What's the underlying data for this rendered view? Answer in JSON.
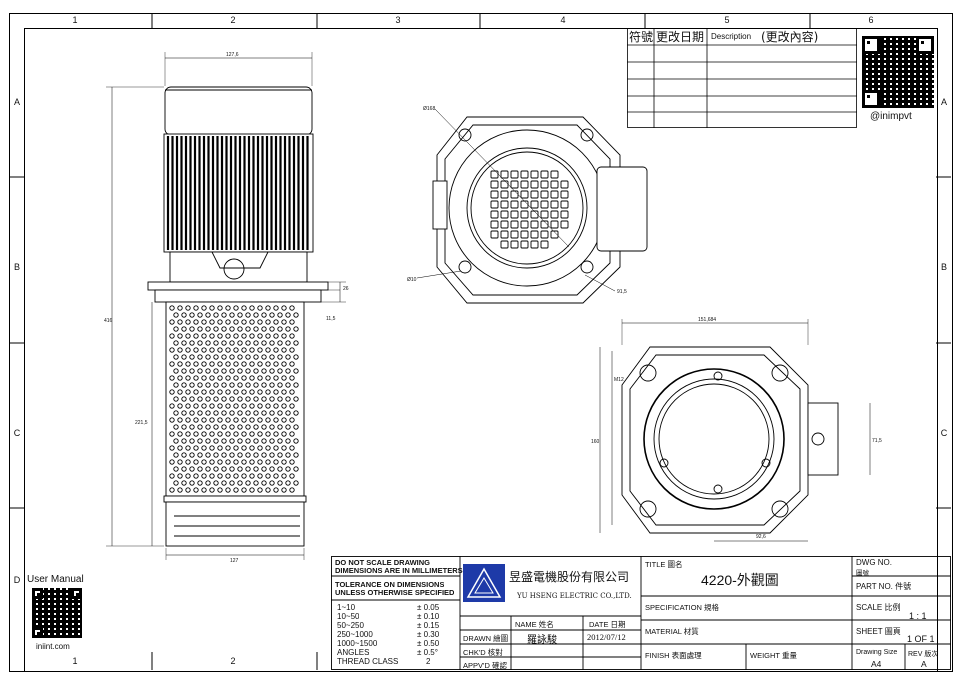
{
  "zones": {
    "top": [
      "1",
      "2",
      "3",
      "4",
      "5",
      "6"
    ],
    "bottom": [
      "1",
      "2"
    ],
    "left": [
      "A",
      "B",
      "C",
      "D"
    ],
    "right": [
      "A",
      "B",
      "C"
    ]
  },
  "revision_table": {
    "symbol": "符號",
    "date": "更改日期",
    "description": "Description",
    "description_zh": "(更改內容)"
  },
  "qr_handle": "@inimpvt",
  "user_manual": {
    "label": "User Manual",
    "site": "iniint.com"
  },
  "dimensions": {
    "motor_width": "127,6",
    "total_height": "416",
    "screen_height": "221,5",
    "base_width": "127",
    "flange_thick": "26",
    "flange_step": "11,5",
    "top_dia": "Ø168",
    "hole_dia": "Ø10",
    "cable_dim": "91,5",
    "bottom_width": "151,684",
    "bottom_height": "160",
    "bottom_thread": "M12",
    "box_dim": "71,5",
    "box_offset": "92,6"
  },
  "title_block": {
    "note1": "DO NOT SCALE DRAWING",
    "note2": "DIMENSIONS ARE IN MILLIMETERS",
    "note3": "TOLERANCE ON DIMENSIONS",
    "note4": "UNLESS OTHERWISE SPECIFIED",
    "tolerances": [
      {
        "range": "1~10",
        "tol": "± 0.05"
      },
      {
        "range": "10~50",
        "tol": "± 0.10"
      },
      {
        "range": "50~250",
        "tol": "± 0.15"
      },
      {
        "range": "250~1000",
        "tol": "± 0.30"
      },
      {
        "range": "1000~1500",
        "tol": "± 0.50"
      },
      {
        "range": "ANGLES",
        "tol": "± 0.5°"
      },
      {
        "range": "THREAD CLASS",
        "tol": "2"
      }
    ],
    "company_zh": "昱盛電機股份有限公司",
    "company_en": "YU HSENG ELECTRIC CO.,LTD.",
    "name_hdr": "NAME 姓名",
    "date_hdr": "DATE 日期",
    "drawn": "DRAWN 繪圖",
    "drawn_name": "羅詠駿",
    "drawn_date": "2012/07/12",
    "chkd": "CHK'D 核對",
    "appvd": "APPV'D 確認",
    "title_lbl": "TITLE 圖名",
    "title_val": "4220-外觀圖",
    "spec_lbl": "SPECIFICATION 規格",
    "material_lbl": "MATERIAL 材質",
    "finish_lbl": "FINISH 表面處理",
    "weight_lbl": "WEIGHT 重量",
    "dwg_no_lbl": "DWG NO.",
    "dwg_no_zh": "圖號",
    "part_no_lbl": "PART NO. 件號",
    "scale_lbl": "SCALE 比例",
    "scale_val": "1 : 1",
    "sheet_lbl": "SHEET 圖頁",
    "sheet_val": "1 OF 1",
    "size_lbl": "Drawing Size",
    "size_val": "A4",
    "rev_lbl": "REV 版次",
    "rev_val": "A"
  }
}
